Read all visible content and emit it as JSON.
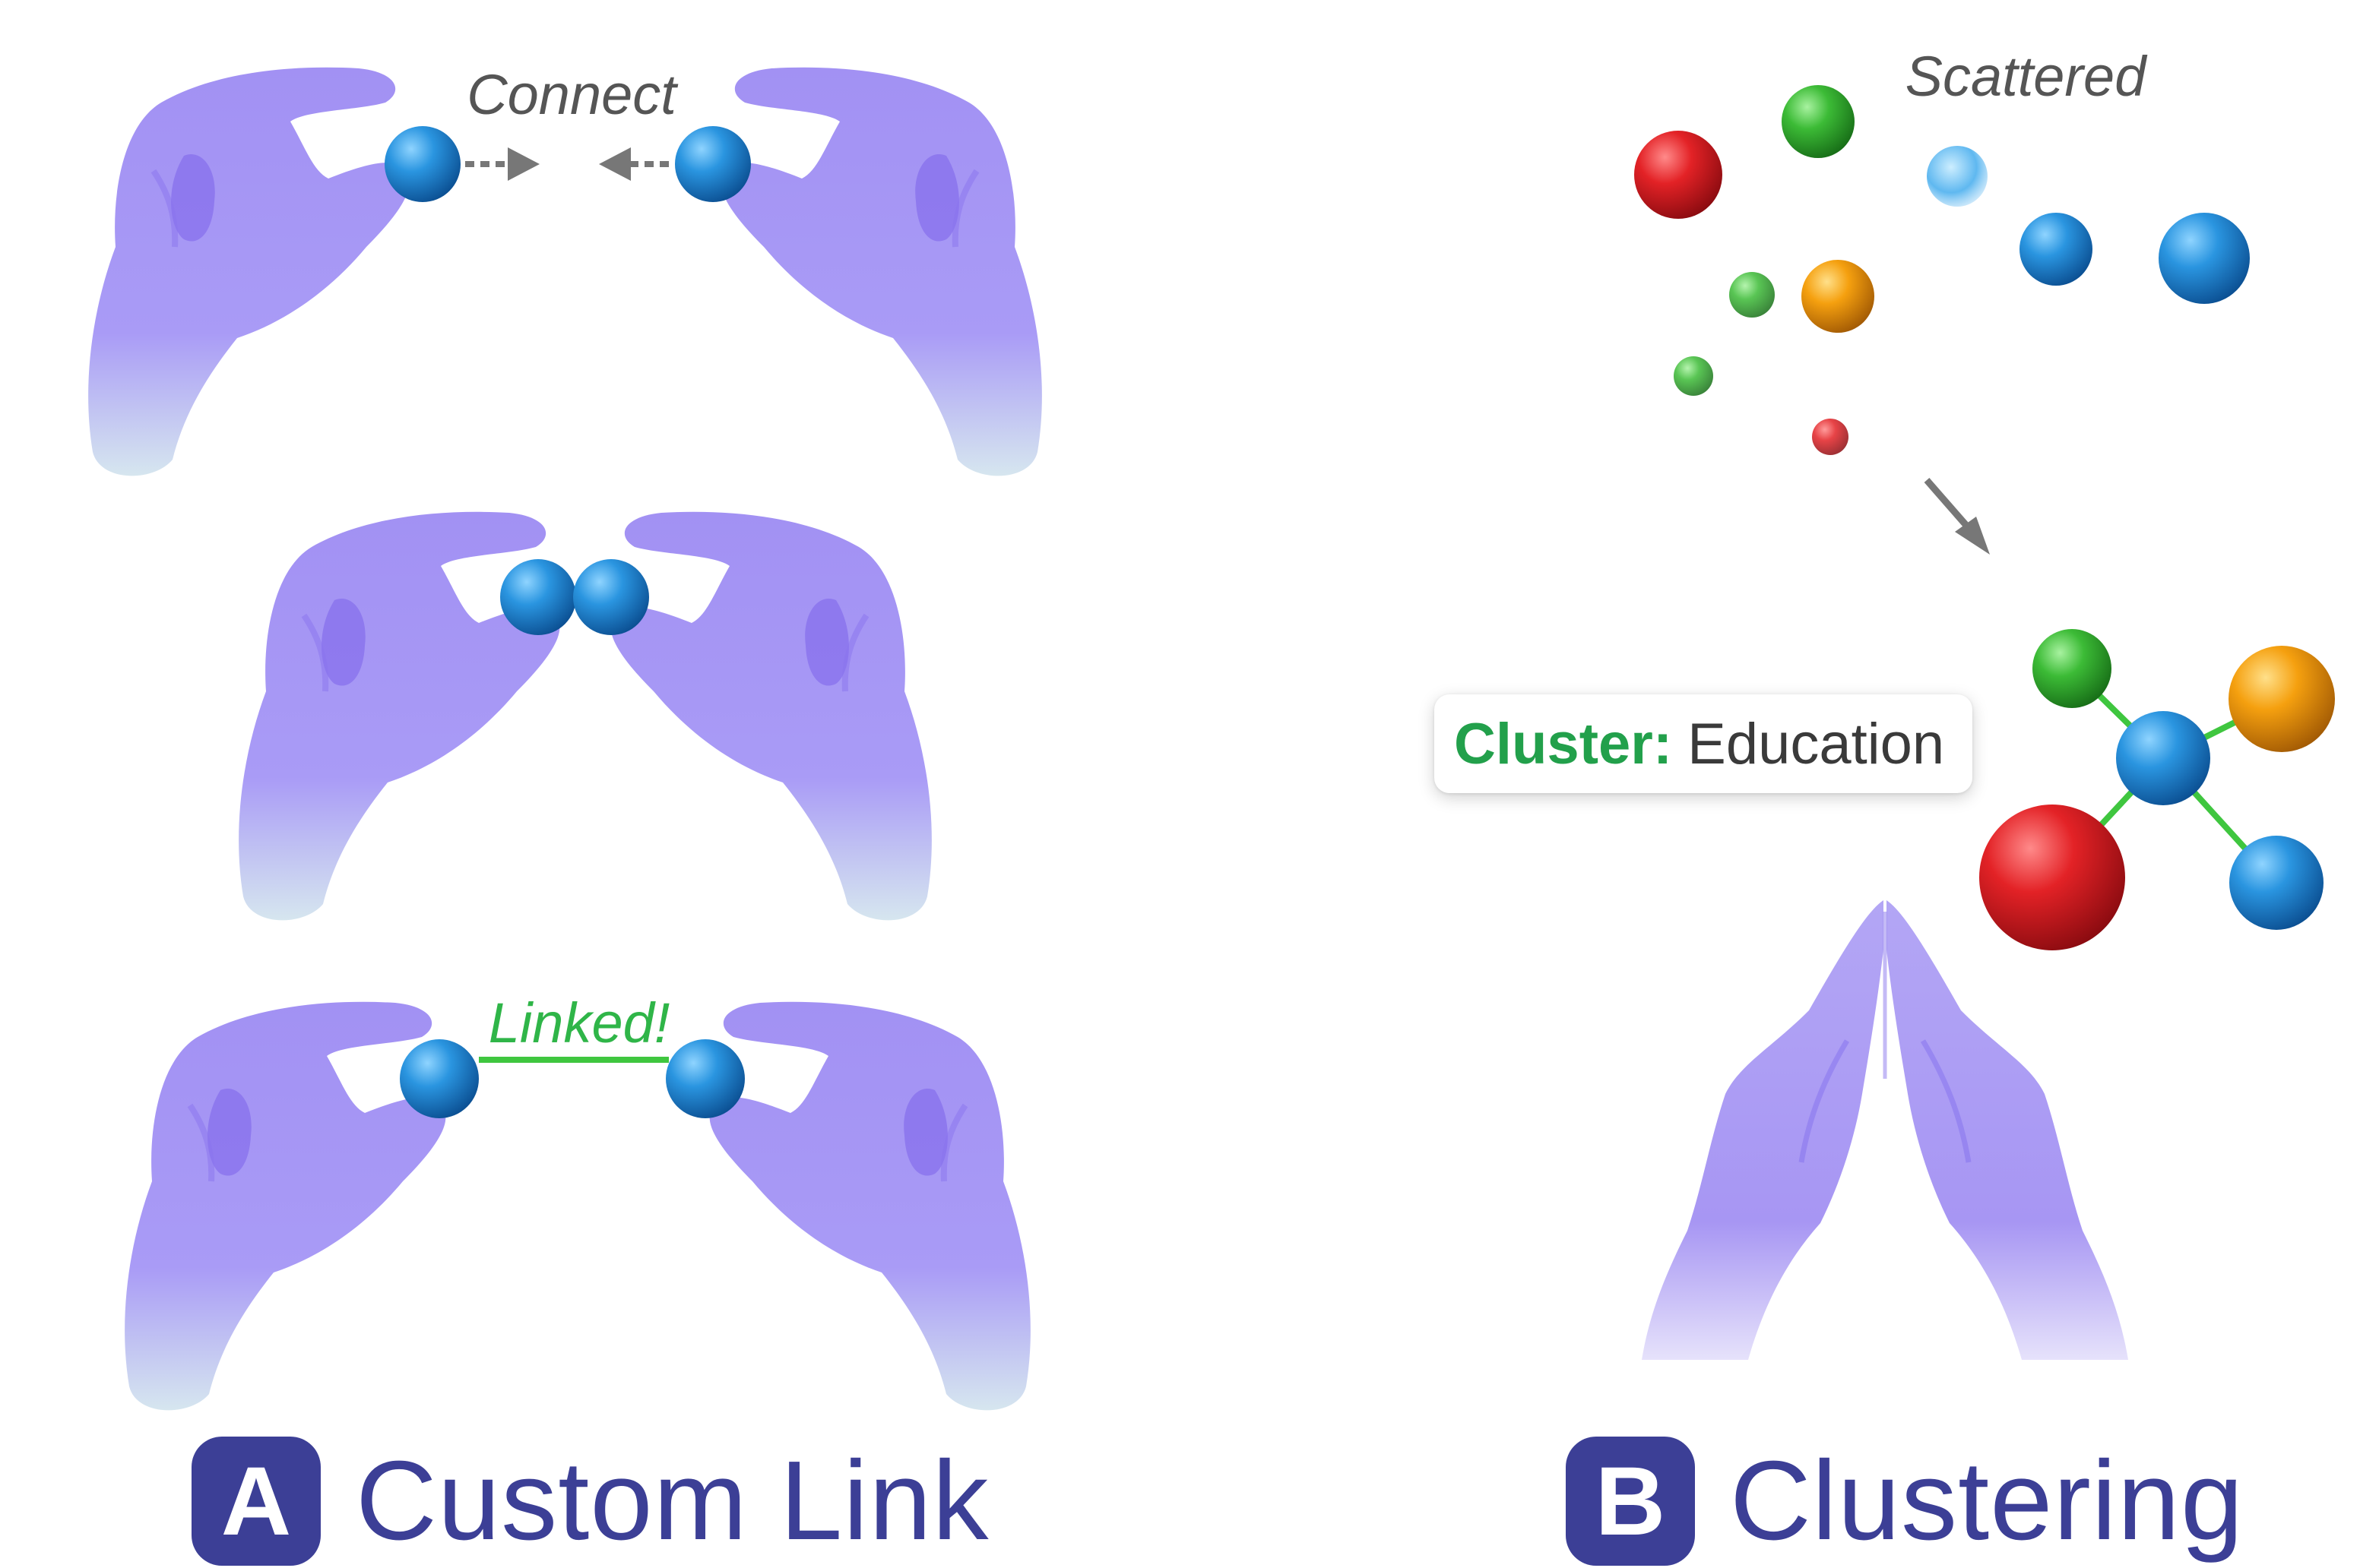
{
  "panel_a": {
    "badge": "A",
    "title": "Custom Link",
    "step1_label": "Connect",
    "step3_label": "Linked!"
  },
  "panel_b": {
    "badge": "B",
    "title": "Clustering",
    "scattered_label": "Scattered",
    "cluster_key": "Cluster:",
    "cluster_value": "Education"
  },
  "colors": {
    "hand": "#a99af4",
    "node_blue": "#1e86d6",
    "node_red": "#e0202a",
    "node_green": "#34b334",
    "node_orange": "#f29a0c",
    "link_green": "#3fc63f",
    "arrow_gray": "#777777",
    "title_indigo": "#3c3f96"
  }
}
